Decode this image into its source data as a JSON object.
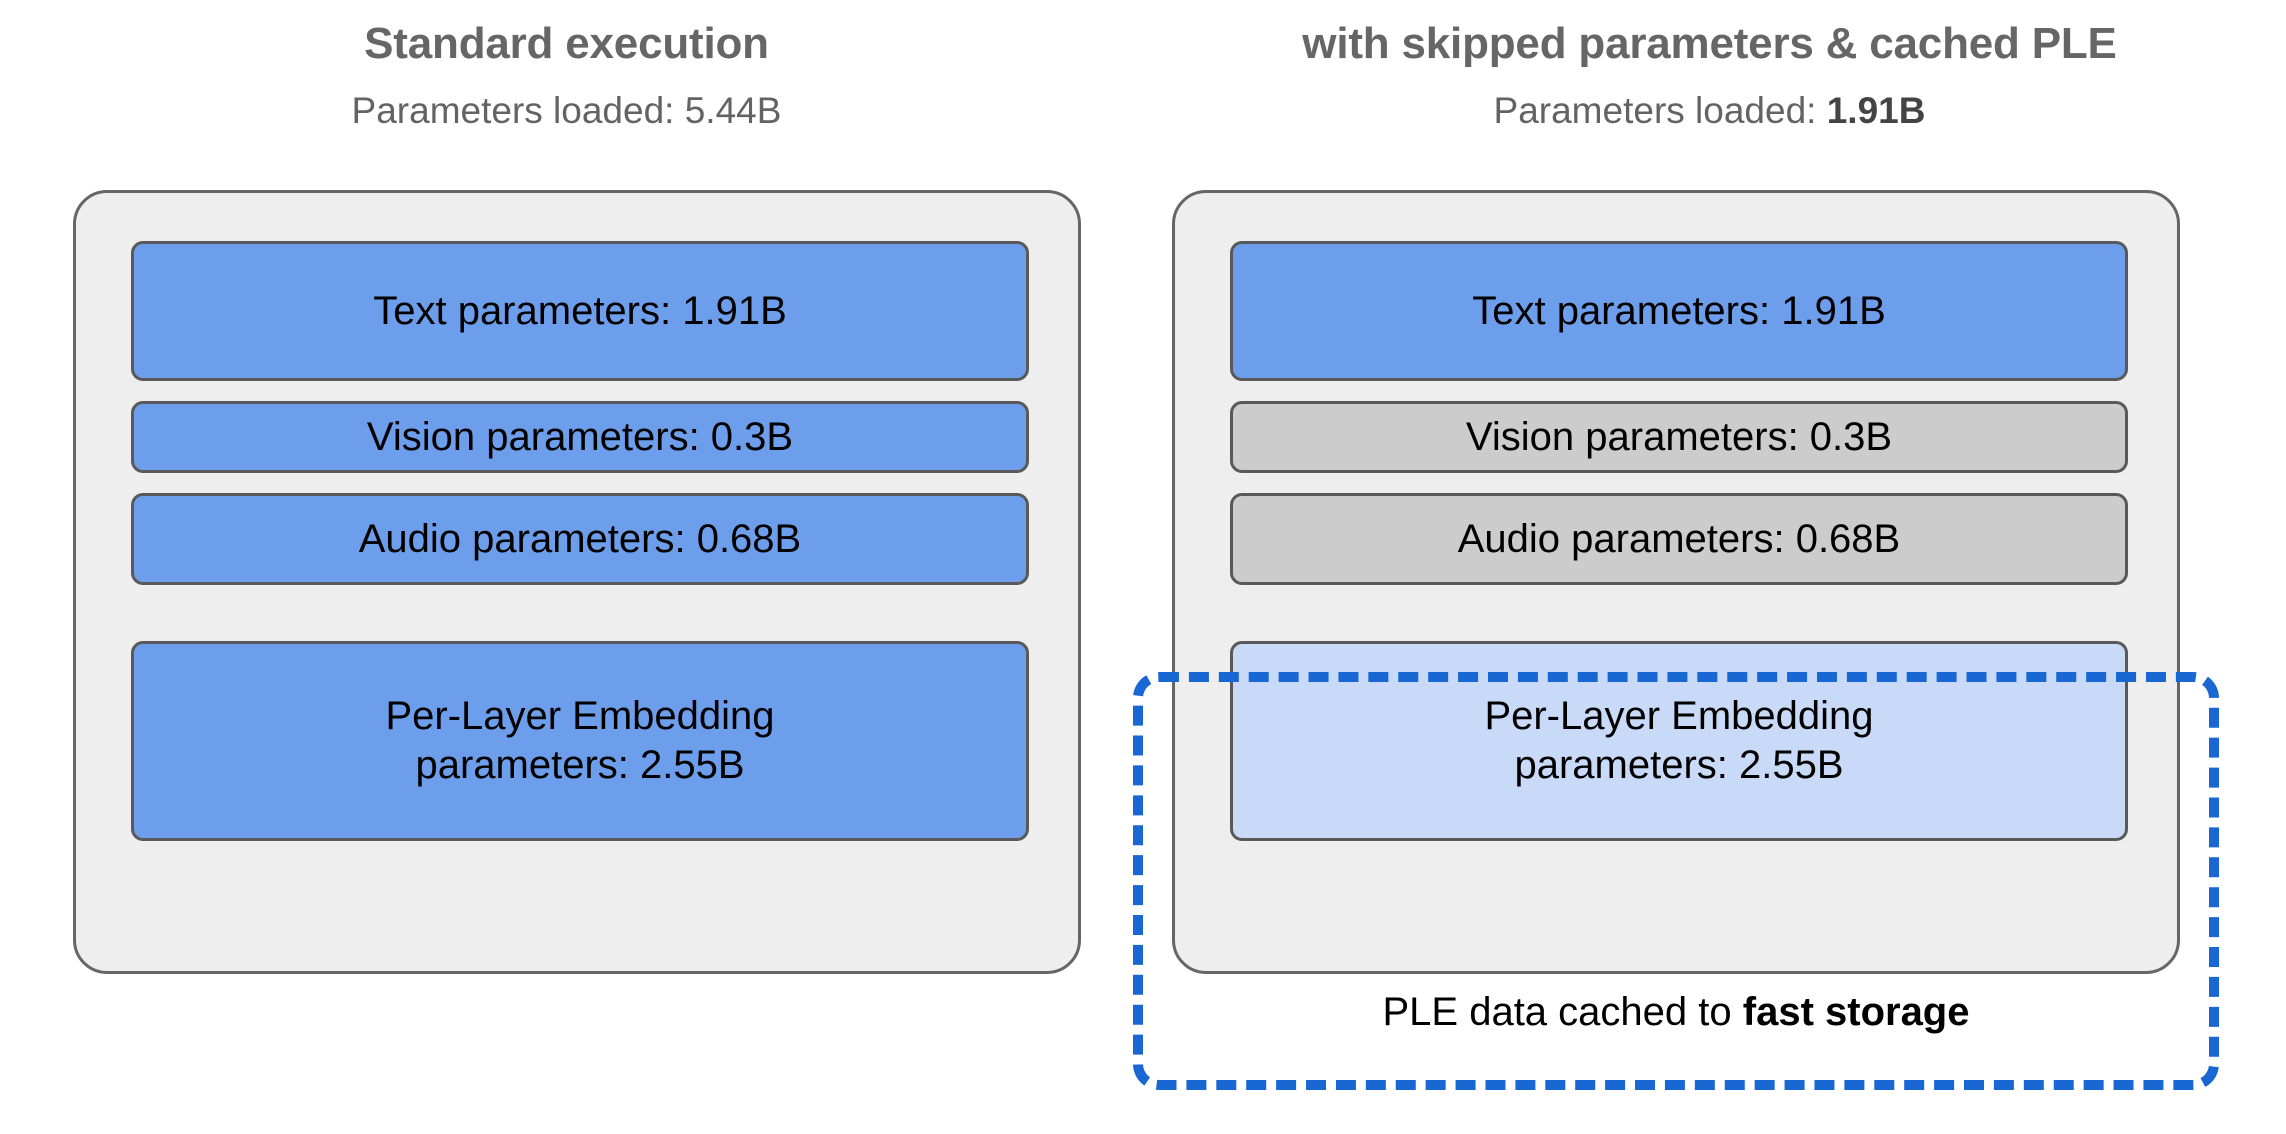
{
  "diagram": {
    "background": "#ffffff",
    "accent_blue": "#1967d2",
    "block_blue": "#6d9eeb",
    "block_light_blue": "#c9daf8",
    "block_gray": "#cccccc",
    "panel_fill": "#eeeeee",
    "panel_border": "#666666",
    "title_color": "#666666"
  },
  "columns": [
    {
      "id": "standard",
      "title": "Standard execution",
      "subtitle_prefix": "Parameters loaded: ",
      "subtitle_value": "5.44B",
      "subtitle_value_bold": false,
      "blocks": [
        {
          "label": "Text parameters: 1.91B",
          "state": "loaded",
          "color": "#6d9eeb"
        },
        {
          "label": "Vision parameters: 0.3B",
          "state": "loaded",
          "color": "#6d9eeb"
        },
        {
          "label": "Audio parameters: 0.68B",
          "state": "loaded",
          "color": "#6d9eeb"
        },
        {
          "label": "Per-Layer Embedding\nparameters: 2.55B",
          "state": "loaded",
          "color": "#6d9eeb"
        }
      ]
    },
    {
      "id": "optimized",
      "title": "with skipped parameters & cached PLE",
      "subtitle_prefix": "Parameters loaded: ",
      "subtitle_value": "1.91B",
      "subtitle_value_bold": true,
      "blocks": [
        {
          "label": "Text parameters: 1.91B",
          "state": "loaded",
          "color": "#6d9eeb"
        },
        {
          "label": "Vision parameters: 0.3B",
          "state": "skipped",
          "color": "#cccccc"
        },
        {
          "label": "Audio parameters: 0.68B",
          "state": "skipped",
          "color": "#cccccc"
        },
        {
          "label": "Per-Layer Embedding\nparameters: 2.55B",
          "state": "cached",
          "color": "#c9daf8"
        }
      ],
      "cache_highlight": {
        "caption_prefix": "PLE data cached to ",
        "caption_emphasis": "fast storage",
        "border_color": "#1967d2",
        "border_style": "dashed"
      }
    }
  ],
  "block_labels": {
    "text_left": "Text parameters: 1.91B",
    "vision_left": "Vision parameters: 0.3B",
    "audio_left": "Audio parameters: 0.68B",
    "ple_left_line1": "Per-Layer Embedding",
    "ple_left_line2": "parameters: 2.55B",
    "text_right": "Text parameters: 1.91B",
    "vision_right": "Vision parameters: 0.3B",
    "audio_right": "Audio parameters: 0.68B",
    "ple_right_line1": "Per-Layer Embedding",
    "ple_right_line2": "parameters: 2.55B"
  }
}
